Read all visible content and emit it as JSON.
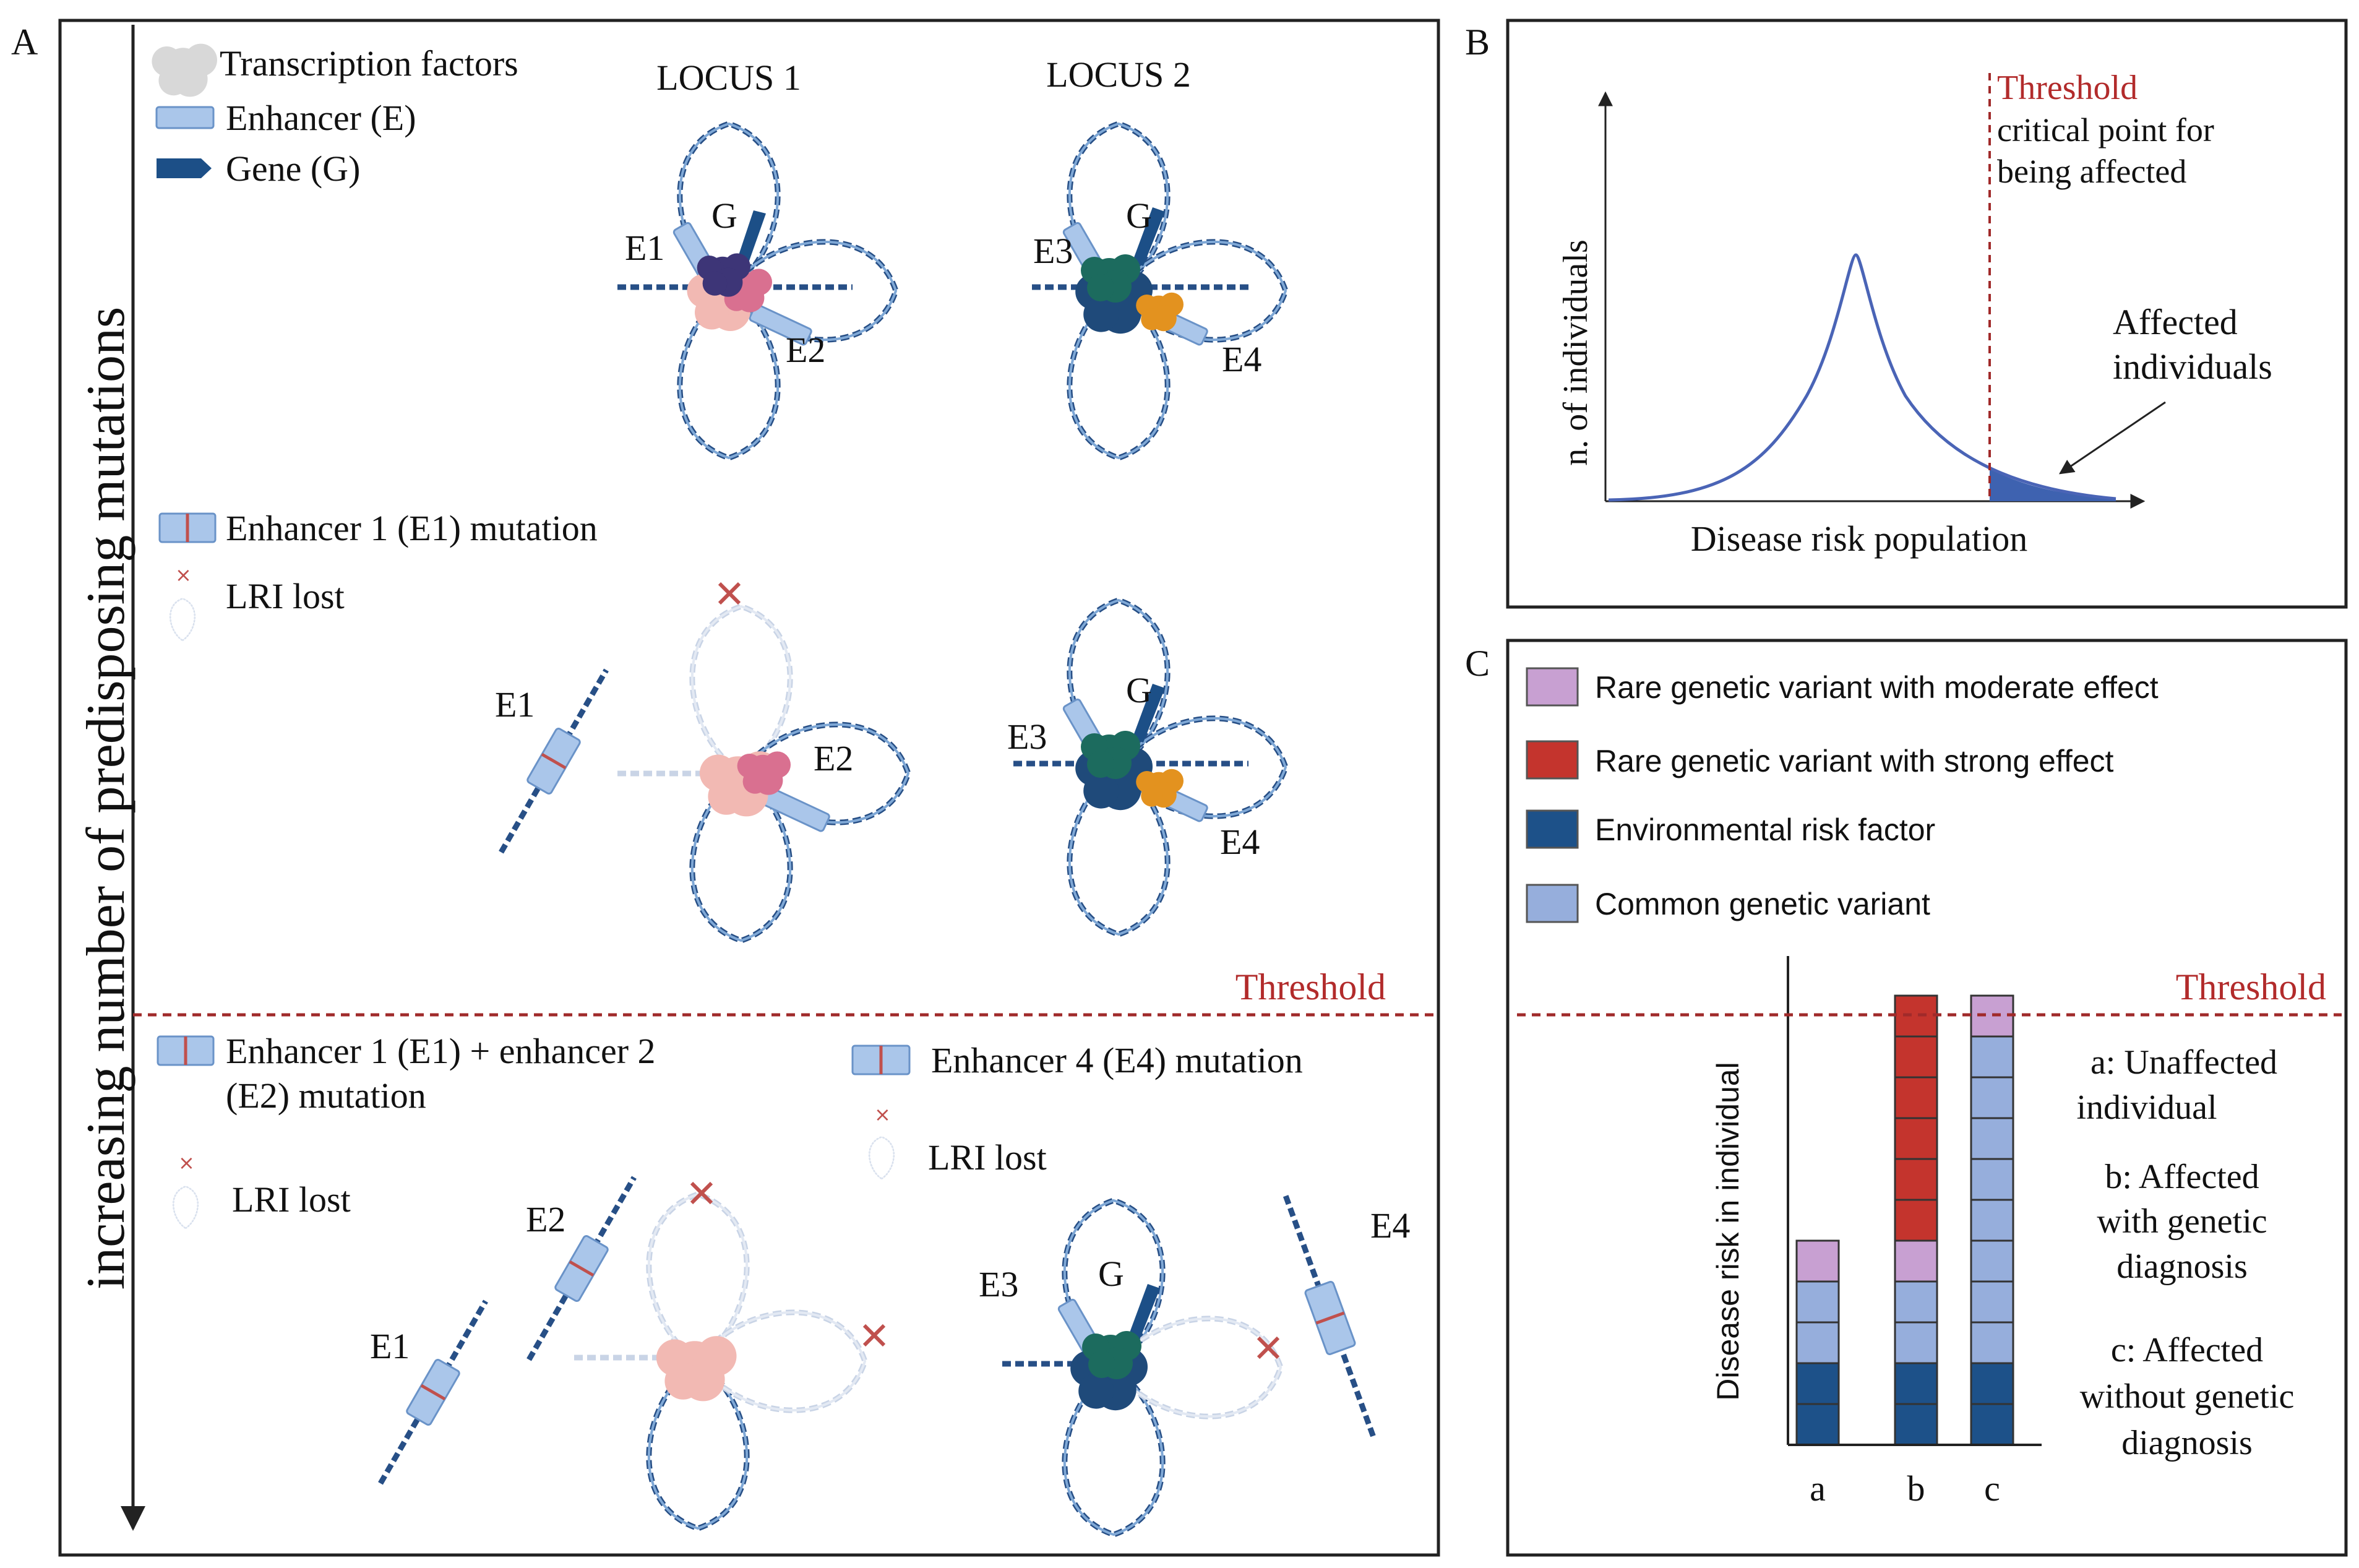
{
  "panels": {
    "a": "A",
    "b": "B",
    "c": "C"
  },
  "panel_a": {
    "axis_label": "increasing number of predisposing mutations",
    "legend": {
      "tf": "Transcription factors",
      "enhancer": "Enhancer (E)",
      "gene": "Gene (G)"
    },
    "locus1": "LOCUS 1",
    "locus2": "LOCUS 2",
    "labels": {
      "e1": "E1",
      "e2": "E2",
      "e3": "E3",
      "e4": "E4",
      "g": "G"
    },
    "mid_legend": {
      "mutation": "Enhancer 1 (E1) mutation",
      "lri": "LRI lost"
    },
    "threshold": "Threshold",
    "bottom_legend": {
      "mutation_line1": "Enhancer 1 (E1) + enhancer 2",
      "mutation_line2": "(E2) mutation",
      "lri_left": "LRI lost",
      "e4_mutation": "Enhancer 4 (E4) mutation",
      "lri_right": "LRI lost"
    }
  },
  "panel_b": {
    "threshold": "Threshold",
    "threshold_note_line1": "critical point for",
    "threshold_note_line2": "being affected",
    "ylabel": "n. of individuals",
    "xlabel": "Disease risk population",
    "affected_line1": "Affected",
    "affected_line2": "individuals"
  },
  "panel_c": {
    "legend": [
      {
        "label": "Rare genetic variant with moderate effect",
        "color": "#c8a0d2"
      },
      {
        "label": "Rare genetic variant with strong effect",
        "color": "#c4342d"
      },
      {
        "label": "Environmental risk factor",
        "color": "#1d5189"
      },
      {
        "label": "Common genetic variant",
        "color": "#96aedc"
      }
    ],
    "threshold": "Threshold",
    "ylabel": "Disease risk in individual",
    "notes": {
      "a_line1": "a: Unaffected",
      "a_line2": "individual",
      "b_line1": "b: Affected",
      "b_line2": "with genetic",
      "b_line3": "diagnosis",
      "c_line1": "c: Affected",
      "c_line2": "without genetic",
      "c_line3": "diagnosis"
    }
  },
  "chart_data": [
    {
      "type": "area",
      "title": "",
      "xlabel": "Disease risk population",
      "ylabel": "n. of individuals",
      "description_series": [
        {
          "name": "",
          "shape": "normal distribution"
        }
      ],
      "annotations": [
        "Threshold",
        "critical point for being affected",
        "Affected individuals"
      ]
    },
    {
      "type": "bar",
      "stacked": true,
      "categories": [
        "a",
        "b",
        "c"
      ],
      "ylabel": "Disease risk in individual",
      "series": [
        {
          "name": "Environmental risk factor",
          "values": [
            2,
            2,
            2
          ]
        },
        {
          "name": "Common genetic variant",
          "values": [
            2,
            2,
            8
          ]
        },
        {
          "name": "Rare genetic variant with moderate effect",
          "values": [
            1,
            1,
            1
          ]
        },
        {
          "name": "Rare genetic variant with strong effect",
          "values": [
            0,
            6,
            0
          ]
        }
      ],
      "threshold": 11
    }
  ]
}
